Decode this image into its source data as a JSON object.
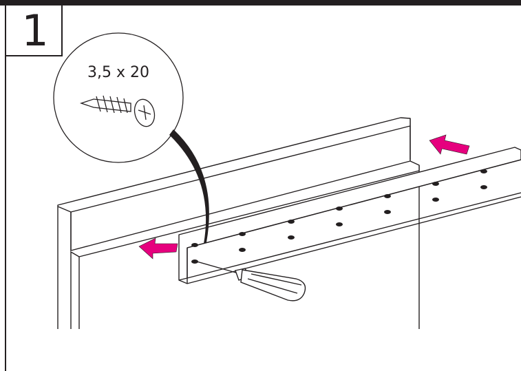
{
  "step": {
    "number": "1"
  },
  "callout": {
    "screw_size": "3,5 x 20",
    "screw_icon": "wood-screw-icon"
  },
  "colors": {
    "arrow": "#e6007e",
    "ink": "#231f20",
    "background": "#ffffff"
  },
  "screws": {
    "rail_pairs": 7
  }
}
